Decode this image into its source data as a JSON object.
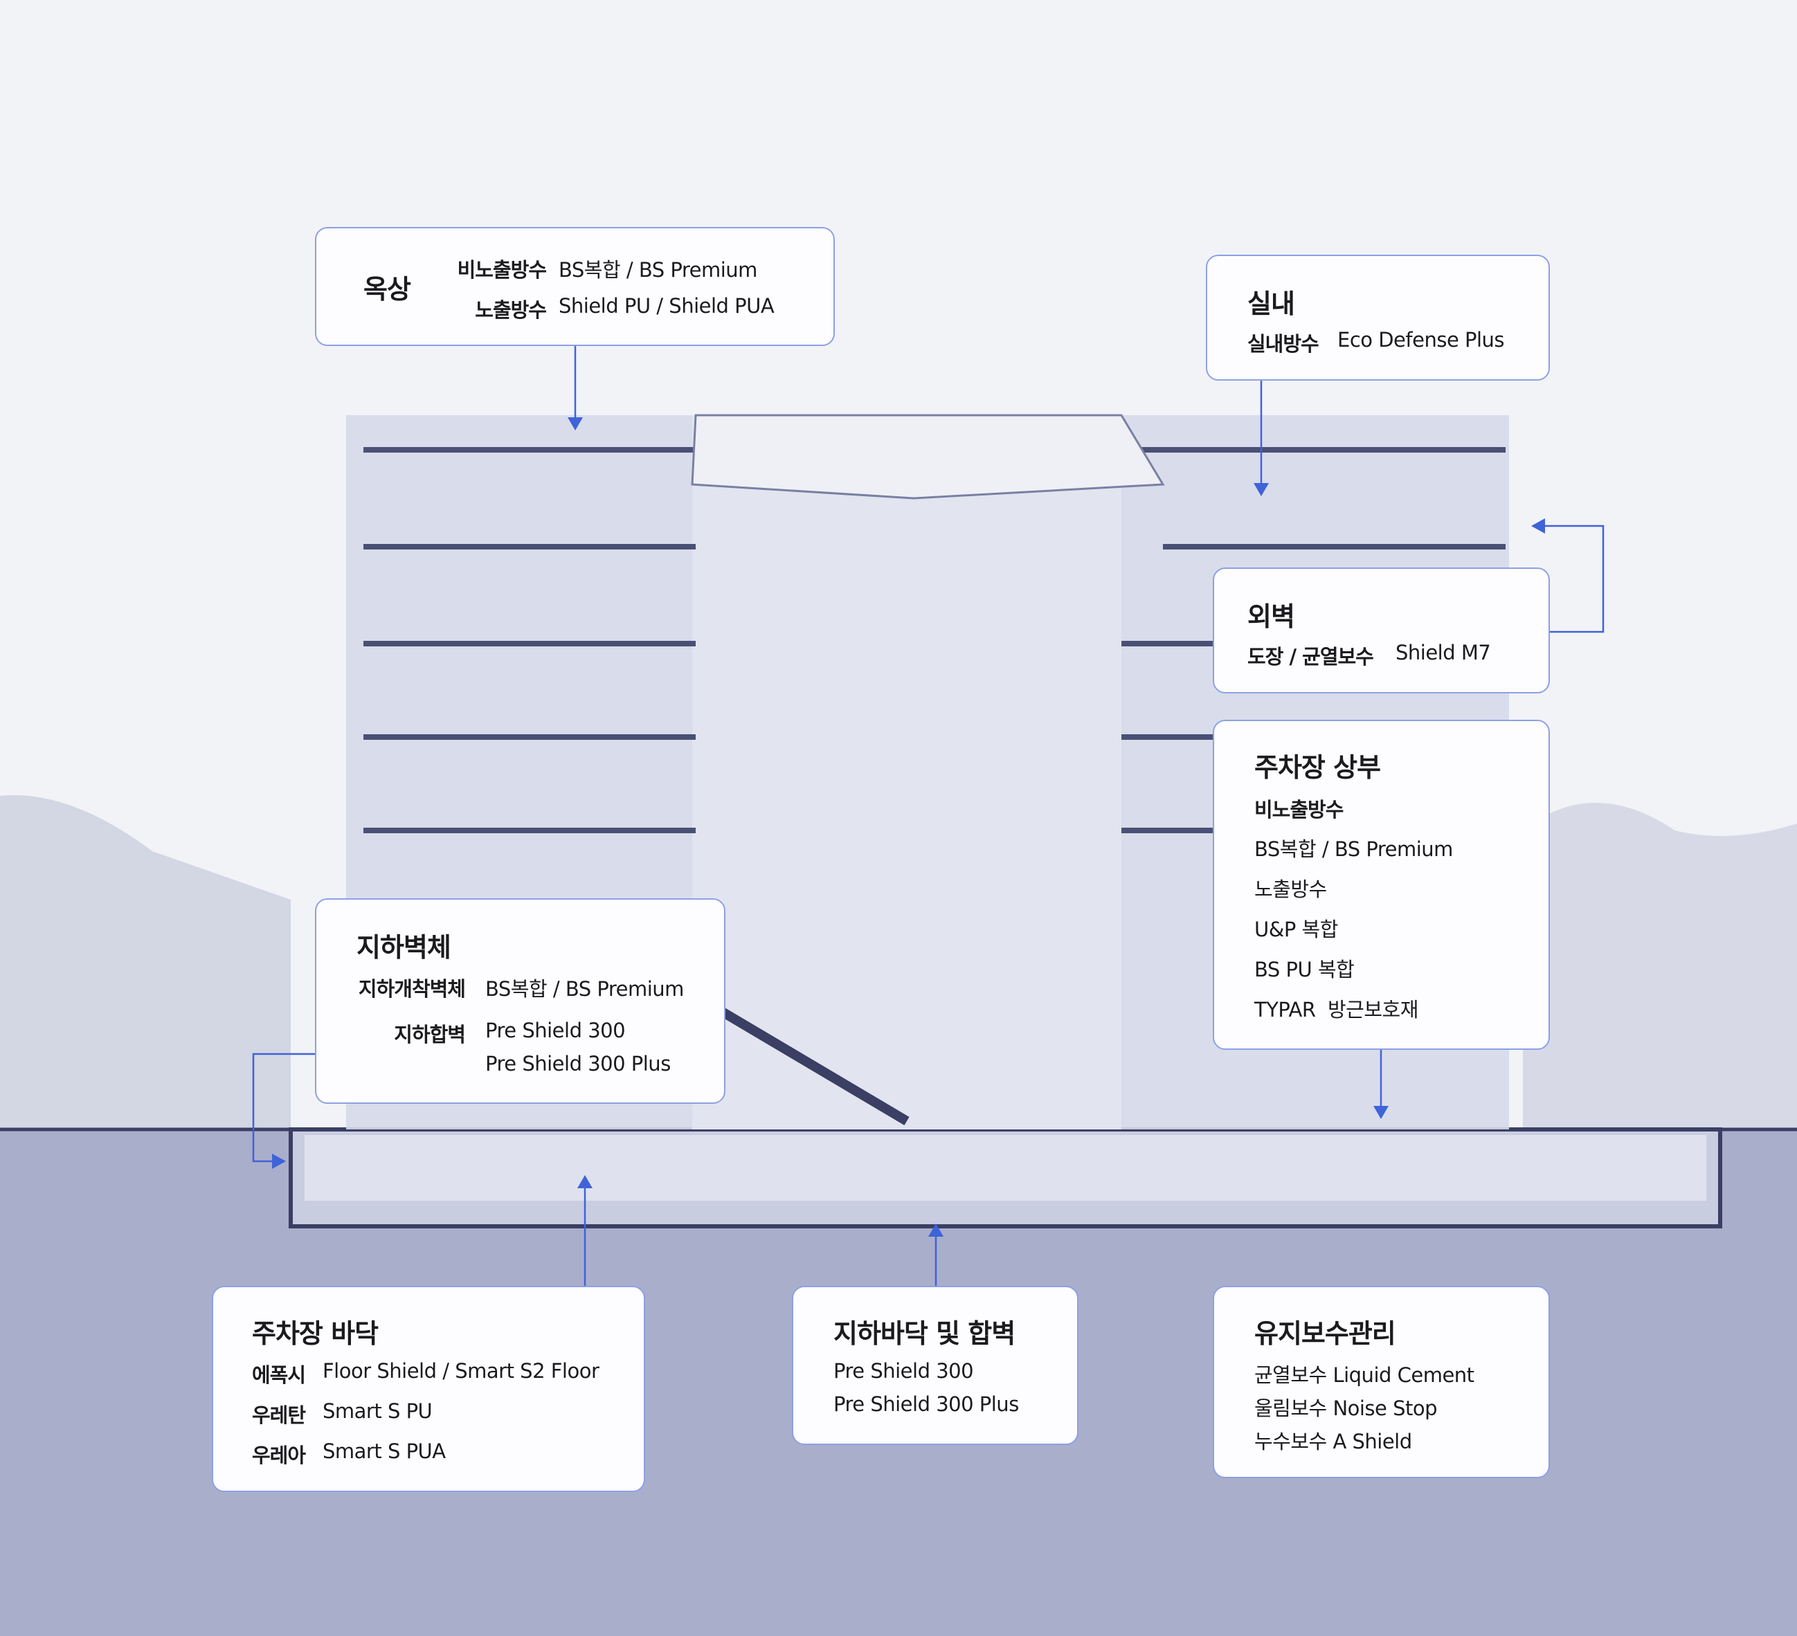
{
  "colors": {
    "accent": "#3f63d8",
    "border": "#8da0e6",
    "sky": "#f2f3f7",
    "ground": "#a9aecb"
  },
  "rooftop": {
    "title": "옥상",
    "rows": [
      {
        "label": "비노출방수",
        "value": "BS복합 / BS Premium"
      },
      {
        "label": "노출방수",
        "value": "Shield PU / Shield PUA"
      }
    ]
  },
  "indoor": {
    "title": "실내",
    "rows": [
      {
        "label": "실내방수",
        "value": "Eco Defense Plus"
      }
    ]
  },
  "exterior": {
    "title": "외벽",
    "rows": [
      {
        "label": "도장 / 균열보수",
        "value": "Shield M7"
      }
    ]
  },
  "parking_top": {
    "title": "주차장 상부",
    "subtitle": "비노출방수",
    "items": [
      "BS복합 / BS Premium",
      "노출방수",
      "U&P 복합",
      "BS PU 복합",
      "TYPAR  방근보호재"
    ]
  },
  "underground_wall": {
    "title": "지하벽체",
    "rows": [
      {
        "label": "지하개착벽체",
        "value": "BS복합 / BS Premium"
      },
      {
        "label": "지하합벽",
        "value": "Pre Shield 300",
        "value2": "Pre Shield 300 Plus"
      }
    ]
  },
  "parking_floor": {
    "title": "주차장 바닥",
    "rows": [
      {
        "label": "에폭시",
        "value": "Floor Shield / Smart S2 Floor"
      },
      {
        "label": "우레탄",
        "value": "Smart S PU"
      },
      {
        "label": "우레아",
        "value": "Smart S PUA"
      }
    ]
  },
  "basement": {
    "title": "지하바닥 및 합벽",
    "items": [
      "Pre Shield 300",
      "Pre Shield 300 Plus"
    ]
  },
  "maintenance": {
    "title": "유지보수관리",
    "items": [
      "균열보수 Liquid Cement",
      "울림보수 Noise Stop",
      "누수보수 A Shield"
    ]
  }
}
